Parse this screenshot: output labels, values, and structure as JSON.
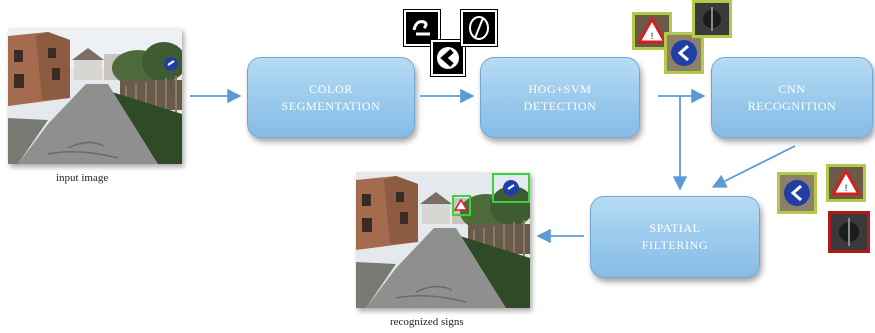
{
  "stages": {
    "color_segmentation": [
      "COLOR",
      "SEGMENTATION"
    ],
    "hog_svm": [
      "HOG+SVM",
      "DETECTION"
    ],
    "cnn": [
      "CNN",
      "RECOGNITION"
    ],
    "spatial": [
      "SPATIAL",
      "FILTERING"
    ]
  },
  "captions": {
    "input": "input image",
    "output": "recognized signs"
  },
  "colors": {
    "box_fill": "#9ccbec",
    "arrow": "#5b9bd5",
    "detect_frame": "#b2c94a",
    "reject_frame": "#b21a1a",
    "result_box": "#39d339"
  }
}
